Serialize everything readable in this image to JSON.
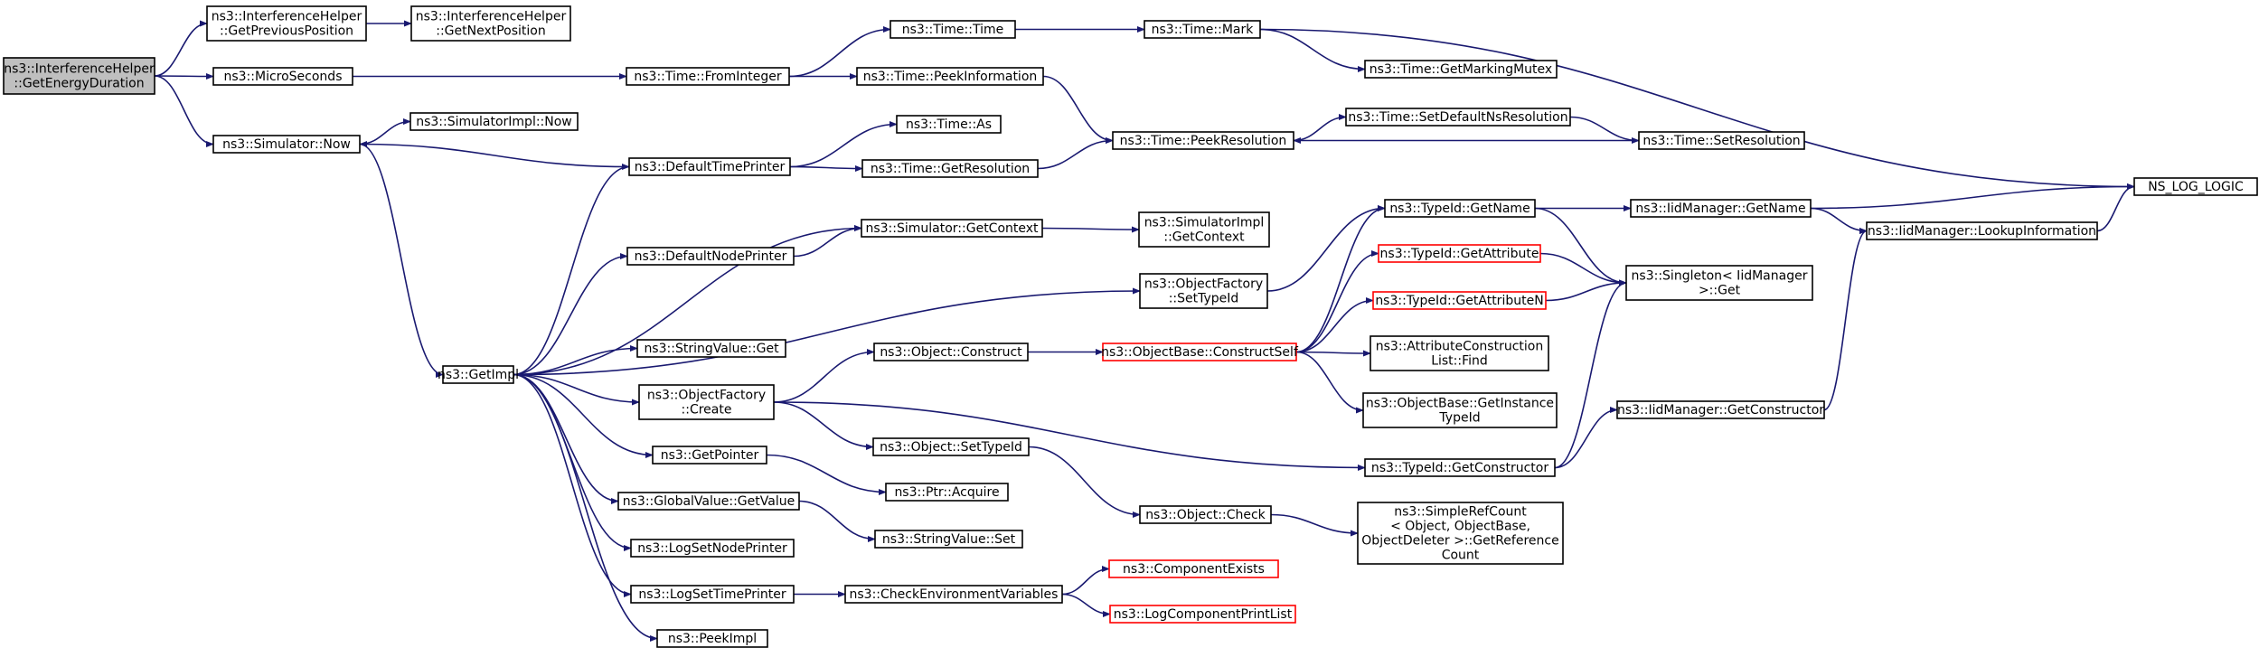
{
  "nodes": [
    {
      "id": "root",
      "lines": [
        "ns3::InterferenceHelper",
        "::GetEnergyDuration"
      ],
      "style": "root"
    },
    {
      "id": "ih_prev",
      "lines": [
        "ns3::InterferenceHelper",
        "::GetPreviousPosition"
      ],
      "style": "normal"
    },
    {
      "id": "ih_next",
      "lines": [
        "ns3::InterferenceHelper",
        "::GetNextPosition"
      ],
      "style": "normal"
    },
    {
      "id": "micro",
      "lines": [
        "ns3::MicroSeconds"
      ],
      "style": "normal"
    },
    {
      "id": "simnow",
      "lines": [
        "ns3::Simulator::Now"
      ],
      "style": "normal"
    },
    {
      "id": "simimplnow",
      "lines": [
        "ns3::SimulatorImpl::Now"
      ],
      "style": "normal"
    },
    {
      "id": "getimpl",
      "lines": [
        "ns3::GetImpl"
      ],
      "style": "normal"
    },
    {
      "id": "fromint",
      "lines": [
        "ns3::Time::FromInteger"
      ],
      "style": "normal"
    },
    {
      "id": "ttime",
      "lines": [
        "ns3::Time::Time"
      ],
      "style": "normal"
    },
    {
      "id": "peekinfo",
      "lines": [
        "ns3::Time::PeekInformation"
      ],
      "style": "normal"
    },
    {
      "id": "mark",
      "lines": [
        "ns3::Time::Mark"
      ],
      "style": "normal"
    },
    {
      "id": "markmutex",
      "lines": [
        "ns3::Time::GetMarkingMutex"
      ],
      "style": "normal"
    },
    {
      "id": "nslog",
      "lines": [
        "NS_LOG_LOGIC"
      ],
      "style": "normal"
    },
    {
      "id": "timeas",
      "lines": [
        "ns3::Time::As"
      ],
      "style": "normal"
    },
    {
      "id": "peekres",
      "lines": [
        "ns3::Time::PeekResolution"
      ],
      "style": "normal"
    },
    {
      "id": "setdefres",
      "lines": [
        "ns3::Time::SetDefaultNsResolution"
      ],
      "style": "normal"
    },
    {
      "id": "setres",
      "lines": [
        "ns3::Time::SetResolution"
      ],
      "style": "normal"
    },
    {
      "id": "deftimeprinter",
      "lines": [
        "ns3::DefaultTimePrinter"
      ],
      "style": "normal"
    },
    {
      "id": "getres",
      "lines": [
        "ns3::Time::GetResolution"
      ],
      "style": "normal"
    },
    {
      "id": "simgetctx",
      "lines": [
        "ns3::Simulator::GetContext"
      ],
      "style": "normal"
    },
    {
      "id": "simimplctx",
      "lines": [
        "ns3::SimulatorImpl",
        "::GetContext"
      ],
      "style": "normal"
    },
    {
      "id": "defnodeprinter",
      "lines": [
        "ns3::DefaultNodePrinter"
      ],
      "style": "normal"
    },
    {
      "id": "objfactsettid",
      "lines": [
        "ns3::ObjectFactory",
        "::SetTypeId"
      ],
      "style": "normal"
    },
    {
      "id": "stringvalget",
      "lines": [
        "ns3::StringValue::Get"
      ],
      "style": "normal"
    },
    {
      "id": "objfactcreate",
      "lines": [
        "ns3::ObjectFactory",
        "::Create"
      ],
      "style": "normal"
    },
    {
      "id": "objconstruct",
      "lines": [
        "ns3::Object::Construct"
      ],
      "style": "normal"
    },
    {
      "id": "objbaseconstructself",
      "lines": [
        "ns3::ObjectBase::ConstructSelf"
      ],
      "style": "red"
    },
    {
      "id": "tidgetname",
      "lines": [
        "ns3::TypeId::GetName"
      ],
      "style": "normal"
    },
    {
      "id": "tidgetattr",
      "lines": [
        "ns3::TypeId::GetAttribute"
      ],
      "style": "red"
    },
    {
      "id": "tidgetattrn",
      "lines": [
        "ns3::TypeId::GetAttributeN"
      ],
      "style": "red"
    },
    {
      "id": "attrconstlist",
      "lines": [
        "ns3::AttributeConstruction",
        "List::Find"
      ],
      "style": "normal"
    },
    {
      "id": "objbasegetinst",
      "lines": [
        "ns3::ObjectBase::GetInstance",
        "TypeId"
      ],
      "style": "normal"
    },
    {
      "id": "iidgetname",
      "lines": [
        "ns3::IidManager::GetName"
      ],
      "style": "normal"
    },
    {
      "id": "iidlookup",
      "lines": [
        "ns3::IidManager::LookupInformation"
      ],
      "style": "normal"
    },
    {
      "id": "singleton",
      "lines": [
        "ns3::Singleton< IidManager",
        " >::Get"
      ],
      "style": "normal"
    },
    {
      "id": "iidgetconstructor",
      "lines": [
        "ns3::IidManager::GetConstructor"
      ],
      "style": "normal"
    },
    {
      "id": "tidgetconstructor",
      "lines": [
        "ns3::TypeId::GetConstructor"
      ],
      "style": "normal"
    },
    {
      "id": "getpointer",
      "lines": [
        "ns3::GetPointer"
      ],
      "style": "normal"
    },
    {
      "id": "objsettid",
      "lines": [
        "ns3::Object::SetTypeId"
      ],
      "style": "normal"
    },
    {
      "id": "ptracquire",
      "lines": [
        "ns3::Ptr::Acquire"
      ],
      "style": "normal"
    },
    {
      "id": "globalvalget",
      "lines": [
        "ns3::GlobalValue::GetValue"
      ],
      "style": "normal"
    },
    {
      "id": "objcheck",
      "lines": [
        "ns3::Object::Check"
      ],
      "style": "normal"
    },
    {
      "id": "simplerefcount",
      "lines": [
        "ns3::SimpleRefCount",
        "< Object, ObjectBase,",
        " ObjectDeleter >::GetReference",
        "Count"
      ],
      "style": "normal"
    },
    {
      "id": "stringvalset",
      "lines": [
        "ns3::StringValue::Set"
      ],
      "style": "normal"
    },
    {
      "id": "logsetnode",
      "lines": [
        "ns3::LogSetNodePrinter"
      ],
      "style": "normal"
    },
    {
      "id": "logsettime",
      "lines": [
        "ns3::LogSetTimePrinter"
      ],
      "style": "normal"
    },
    {
      "id": "checkenv",
      "lines": [
        "ns3::CheckEnvironmentVariables"
      ],
      "style": "normal"
    },
    {
      "id": "compexists",
      "lines": [
        "ns3::ComponentExists"
      ],
      "style": "red"
    },
    {
      "id": "logcomplist",
      "lines": [
        "ns3::LogComponentPrintList"
      ],
      "style": "red"
    },
    {
      "id": "peekimpl",
      "lines": [
        "ns3::PeekImpl"
      ],
      "style": "normal"
    }
  ],
  "edges": [
    [
      "root",
      "ih_prev"
    ],
    [
      "root",
      "micro"
    ],
    [
      "root",
      "simnow"
    ],
    [
      "ih_prev",
      "ih_next"
    ],
    [
      "micro",
      "fromint"
    ],
    [
      "fromint",
      "ttime"
    ],
    [
      "fromint",
      "peekinfo"
    ],
    [
      "ttime",
      "mark"
    ],
    [
      "mark",
      "markmutex"
    ],
    [
      "mark",
      "nslog"
    ],
    [
      "peekinfo",
      "peekres"
    ],
    [
      "peekres",
      "setdefres"
    ],
    [
      "setdefres",
      "setres"
    ],
    [
      "setres",
      "peekres"
    ],
    [
      "simnow",
      "simimplnow"
    ],
    [
      "simnow",
      "getimpl"
    ],
    [
      "deftimeprinter",
      "simnow"
    ],
    [
      "deftimeprinter",
      "timeas"
    ],
    [
      "deftimeprinter",
      "getres"
    ],
    [
      "getres",
      "peekres"
    ],
    [
      "getimpl",
      "deftimeprinter"
    ],
    [
      "getimpl",
      "simgetctx"
    ],
    [
      "getimpl",
      "defnodeprinter"
    ],
    [
      "getimpl",
      "objfactsettid"
    ],
    [
      "getimpl",
      "stringvalget"
    ],
    [
      "getimpl",
      "objfactcreate"
    ],
    [
      "getimpl",
      "getpointer"
    ],
    [
      "getimpl",
      "globalvalget"
    ],
    [
      "getimpl",
      "logsetnode"
    ],
    [
      "getimpl",
      "logsettime"
    ],
    [
      "getimpl",
      "peekimpl"
    ],
    [
      "simgetctx",
      "simimplctx"
    ],
    [
      "defnodeprinter",
      "simgetctx"
    ],
    [
      "objfactsettid",
      "tidgetname"
    ],
    [
      "objfactcreate",
      "objconstruct"
    ],
    [
      "objfactcreate",
      "objsettid"
    ],
    [
      "objfactcreate",
      "tidgetconstructor"
    ],
    [
      "objconstruct",
      "objbaseconstructself"
    ],
    [
      "objbaseconstructself",
      "tidgetname"
    ],
    [
      "objbaseconstructself",
      "tidgetattr"
    ],
    [
      "objbaseconstructself",
      "tidgetattrn"
    ],
    [
      "objbaseconstructself",
      "attrconstlist"
    ],
    [
      "objbaseconstructself",
      "objbasegetinst"
    ],
    [
      "tidgetname",
      "iidgetname"
    ],
    [
      "tidgetname",
      "singleton"
    ],
    [
      "tidgetattr",
      "singleton"
    ],
    [
      "tidgetattrn",
      "singleton"
    ],
    [
      "iidgetname",
      "nslog"
    ],
    [
      "iidgetname",
      "iidlookup"
    ],
    [
      "iidlookup",
      "nslog"
    ],
    [
      "tidgetconstructor",
      "singleton"
    ],
    [
      "tidgetconstructor",
      "iidgetconstructor"
    ],
    [
      "iidgetconstructor",
      "iidlookup"
    ],
    [
      "getpointer",
      "ptracquire"
    ],
    [
      "objsettid",
      "objcheck"
    ],
    [
      "objcheck",
      "simplerefcount"
    ],
    [
      "globalvalget",
      "stringvalset"
    ],
    [
      "logsettime",
      "checkenv"
    ],
    [
      "checkenv",
      "compexists"
    ],
    [
      "checkenv",
      "logcomplist"
    ]
  ],
  "colors": {
    "edge": "#191970",
    "root_fill": "#bfbfbf",
    "red_border": "#ff0000",
    "node_border": "#000000"
  }
}
